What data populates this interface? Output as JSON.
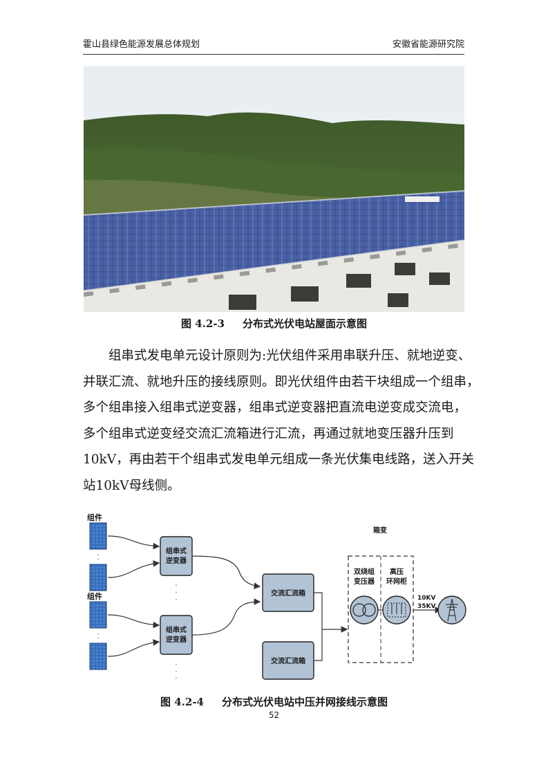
{
  "header": {
    "left": "霍山县绿色能源发展总体规划",
    "right": "安徽省能源研究院"
  },
  "figure1": {
    "number": "图 4.2-3",
    "title": "分布式光伏电站屋面示意图"
  },
  "paragraph": {
    "lines": [
      "组串式发电单元设计原则为:光伏组件采用串联升压、就地逆变、",
      "并联汇流、就地升压的接线原则。即光伏组件由若干块组成一个组串，",
      "多个组串接入组串式逆变器，组串式逆变器把直流电逆变成交流电，",
      "多个组串式逆变经交流汇流箱进行汇流，再通过就地变压器升压到",
      "10kV，再由若干个组串式发电单元组成一条光伏集电线路，送入开关",
      "站10kV母线侧。"
    ]
  },
  "diagram": {
    "group_label_top": "组件",
    "group_label_bottom": "组件",
    "inverter_top": [
      "组串式",
      "逆变器"
    ],
    "inverter_bottom": [
      "组串式",
      "逆变器"
    ],
    "combiner_top": "交流汇流箱",
    "combiner_bottom": "交流汇流箱",
    "box_transformer_label": "箱变",
    "transformer": [
      "双绕组",
      "变压器"
    ],
    "ring_main_unit": [
      "高压",
      "环网柜"
    ],
    "voltage_1": "10KV",
    "voltage_2": "35KV",
    "colors": {
      "box_fill": "#b3c3d6",
      "box_stroke": "#222222",
      "panel_blue": "#2f64b0"
    }
  },
  "figure2": {
    "number": "图 4.2-4",
    "title": "分布式光伏电站中压并网接线示意图"
  },
  "page_number": "52"
}
